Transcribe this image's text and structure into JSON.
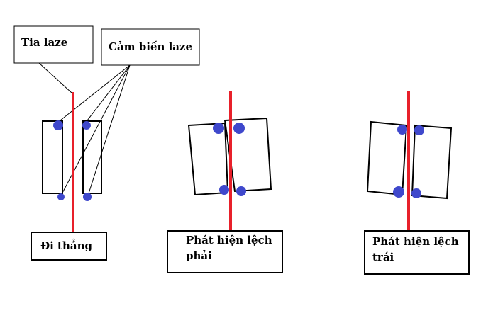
{
  "labels": {
    "beam_callout": "Tia laze",
    "sensor_callout": "Cảm biến laze",
    "case_straight": "Đi thẳng",
    "case_right_line1": "Phát hiện lệch",
    "case_right_line2": "phải",
    "case_left_line1": "Phát hiện lệch",
    "case_left_line2": "trái"
  },
  "colors": {
    "beam": "#e8202a",
    "sensor": "#3f48cc",
    "outline": "#000000",
    "background": "#ffffff"
  }
}
